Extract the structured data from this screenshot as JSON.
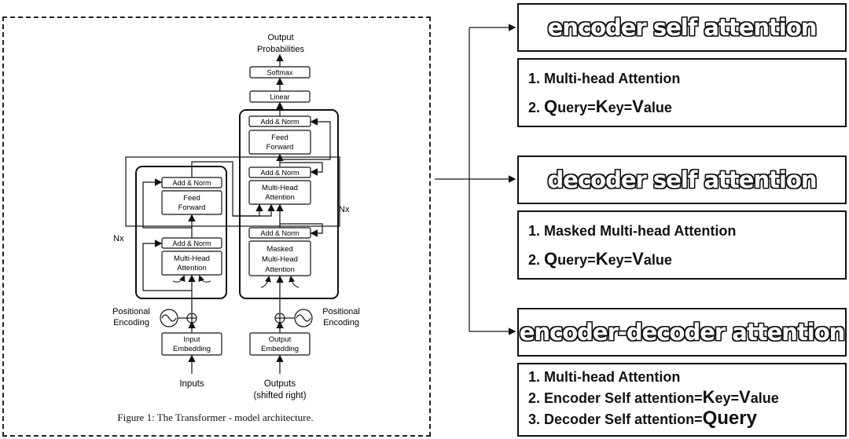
{
  "figure": {
    "caption": "Figure 1: The Transformer - model architecture.",
    "output_label_line1": "Output",
    "output_label_line2": "Probabilities",
    "softmax": "Softmax",
    "linear": "Linear",
    "add_norm": "Add & Norm",
    "feed_forward_line1": "Feed",
    "feed_forward_line2": "Forward",
    "multi_head_line1": "Multi-Head",
    "multi_head_line2": "Attention",
    "masked_line1": "Masked",
    "masked_line2": "Multi-Head",
    "masked_line3": "Attention",
    "nx": "Nx",
    "positional_line1": "Positional",
    "positional_line2": "Encoding",
    "input_embedding_line1": "Input",
    "input_embedding_line2": "Embedding",
    "output_embedding_line1": "Output",
    "output_embedding_line2": "Embedding",
    "inputs": "Inputs",
    "outputs_line1": "Outputs",
    "outputs_line2": "(shifted right)"
  },
  "cards": [
    {
      "title": "encoder self attention",
      "items": [
        {
          "num": "1.",
          "text": "Multi-head Attention"
        },
        {
          "num": "2.",
          "q": "Q",
          "q_rest": "uery=",
          "k": "K",
          "k_rest": "ey=",
          "v": "V",
          "v_rest": "alue"
        }
      ]
    },
    {
      "title": "decoder self attention",
      "items": [
        {
          "num": "1.",
          "text": "Masked Multi-head Attention"
        },
        {
          "num": "2.",
          "q": "Q",
          "q_rest": "uery=",
          "k": "K",
          "k_rest": "ey=",
          "v": "V",
          "v_rest": "alue"
        }
      ]
    },
    {
      "title": "encoder-decoder attention",
      "items": [
        {
          "num": "1.",
          "text": "Multi-head Attention"
        },
        {
          "num": "2.",
          "text": "Encoder Self attention=",
          "k": "K",
          "k_rest": "ey=",
          "v": "V",
          "v_rest": "alue"
        },
        {
          "num": "3.",
          "text": "Decoder Self attention=",
          "query": "Query"
        }
      ]
    }
  ]
}
